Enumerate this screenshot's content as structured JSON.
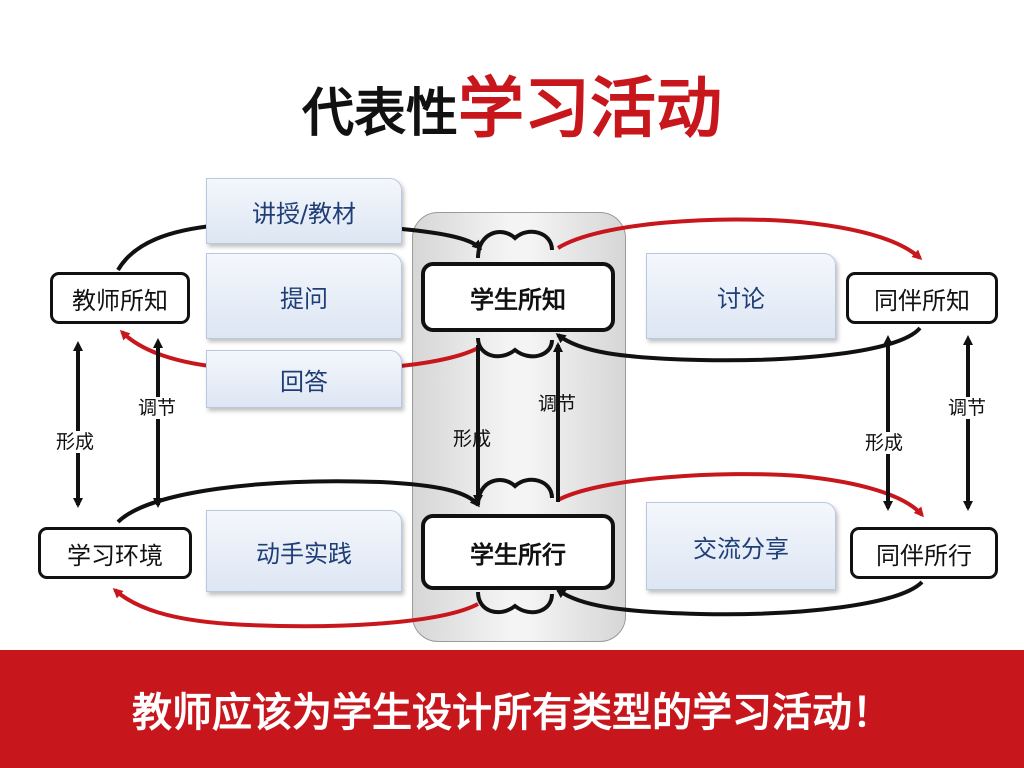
{
  "title": {
    "part1": "代表性",
    "part2": "学习活动"
  },
  "nodes": {
    "teacher_knows": "教师所知",
    "student_knows": "学生所知",
    "peer_knows": "同伴所知",
    "environment": "学习环境",
    "student_does": "学生所行",
    "peer_does": "同伴所行"
  },
  "activities": {
    "lecture": "讲授/教材",
    "questioning": "提问",
    "answering": "回答",
    "discussion": "讨论",
    "hands_on": "动手实践",
    "sharing": "交流分享"
  },
  "labels": {
    "form": "形成",
    "regulate": "调节"
  },
  "colors": {
    "red": "#c8161d",
    "black": "#111111",
    "activity_text": "#1f3e77"
  },
  "banner": {
    "text": "教师应该为学生设计所有类型的学习活动！"
  }
}
